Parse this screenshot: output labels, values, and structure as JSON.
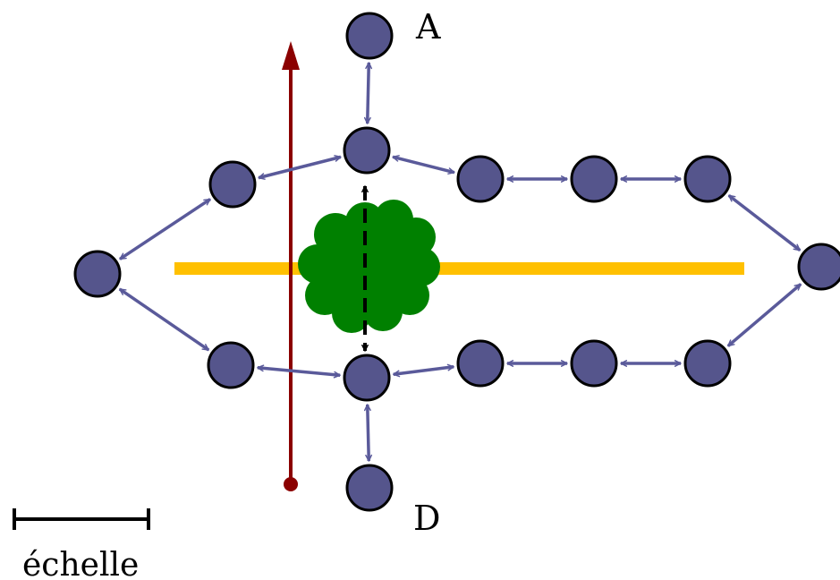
{
  "labels": {
    "node_a": "A",
    "node_d": "D",
    "scale": "échelle"
  },
  "colors": {
    "node_fill": "#55558c",
    "node_stroke": "#000000",
    "edge": "#5a5a9a",
    "path_arrow": "#8b0000",
    "barrier_line": "#ffc000",
    "obstacle": "#008000",
    "blocked_link": "#000000"
  },
  "icons": {
    "obstacle": "tree-cloud-icon",
    "scale": "scale-bar-icon"
  }
}
